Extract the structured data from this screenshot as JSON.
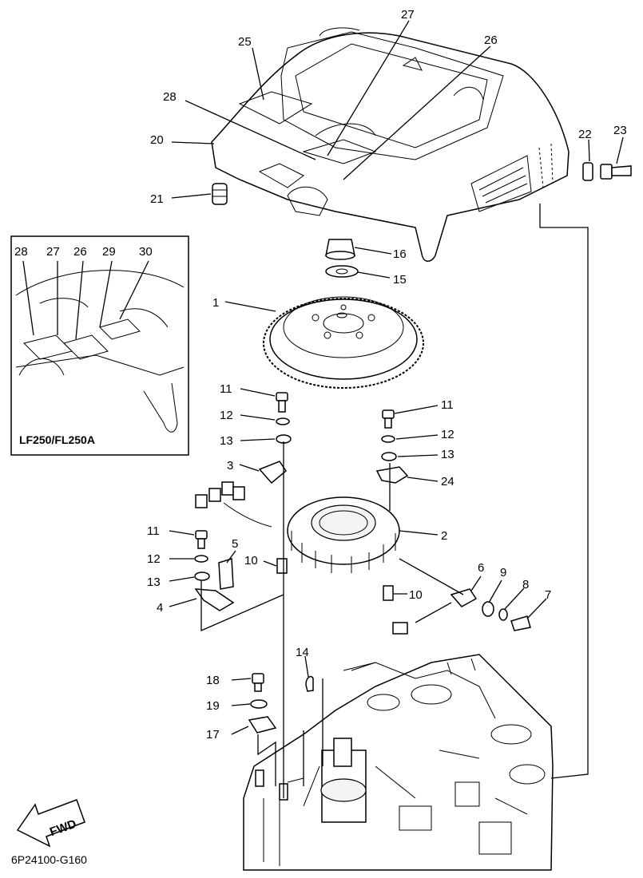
{
  "callouts": {
    "c1": "1",
    "c2": "2",
    "c3": "3",
    "c4": "4",
    "c5": "5",
    "c6": "6",
    "c7": "7",
    "c8": "8",
    "c9": "9",
    "c10a": "10",
    "c10b": "10",
    "c11a": "11",
    "c11b": "11",
    "c11c": "11",
    "c12a": "12",
    "c12b": "12",
    "c12c": "12",
    "c13a": "13",
    "c13b": "13",
    "c13c": "13",
    "c14": "14",
    "c15": "15",
    "c16": "16",
    "c17": "17",
    "c18": "18",
    "c19": "19",
    "c20": "20",
    "c21": "21",
    "c22": "22",
    "c23": "23",
    "c24": "24",
    "c25": "25",
    "c26": "26",
    "c27": "27",
    "c28": "28"
  },
  "inset": {
    "labels": [
      "28",
      "27",
      "26",
      "29",
      "30"
    ],
    "model": "LF250/FL250A"
  },
  "fwd_label": "FWD",
  "diagram_code": "6P24100-G160"
}
